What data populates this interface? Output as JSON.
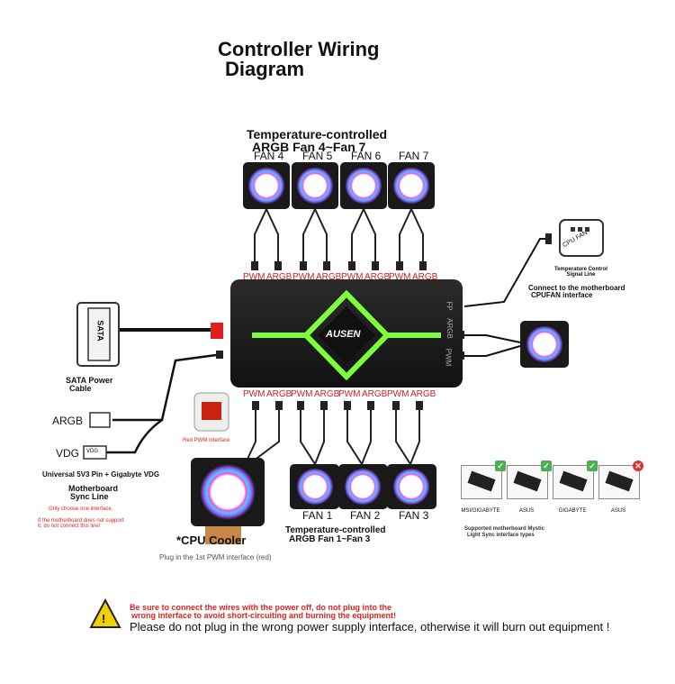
{
  "title_line1": "Controller Wiring",
  "title_line2": "Diagram",
  "top_group_line1": "Temperature-controlled",
  "top_group_line2": "ARGB Fan 4~Fan 7",
  "top_fans": [
    "FAN 4",
    "FAN 5",
    "FAN 6",
    "FAN 7"
  ],
  "bottom_fans": [
    "FAN 1",
    "FAN 2",
    "FAN 3"
  ],
  "bottom_group_line1": "Temperature-controlled",
  "bottom_group_line2": "ARGB Fan 1~Fan 3",
  "port_pwm": "PWM",
  "port_argb": "ARGB",
  "hub_logo": "AUSEN",
  "hub_fp": "FP",
  "hub_pwm": "PWM",
  "hub_argb": "ARGB",
  "sata_label": "SATA Power",
  "sata_label2": "Cable",
  "sata_connector": "SATA",
  "argb_label": "ARGB",
  "vdg_label": "VDG",
  "vdg_connector": "VDG",
  "universal_note": "Universal 5V3 Pin + Gigabyte VDG",
  "mb_sync_line1": "Motherboard",
  "mb_sync_line2": "Sync Line",
  "choose_note": "Only choose one interface,",
  "no_support_note1": "If the motherboard does not support",
  "no_support_note2": "it, do not connect this line!",
  "red_pwm_note": "Red PWM Interface",
  "cpu_cooler_label": "*CPU Cooler",
  "cpu_cooler_note": "Plug in the 1st PWM interface (red)",
  "cpufan_chip": "CPU FAN",
  "temp_signal_line1": "Temperature Control",
  "temp_signal_line2": "Signal Line",
  "connect_mb_line1": "Connect to the motherboard",
  "connect_mb_line2": "CPUFAN interface",
  "mb_types": [
    {
      "name": "MSI/GIGABYTE",
      "ok": true
    },
    {
      "name": "ASUS",
      "ok": true
    },
    {
      "name": "GIGABYTE",
      "ok": true
    },
    {
      "name": "ASUS",
      "ok": false
    }
  ],
  "mb_types_caption1": "Supported motherboard Mystic",
  "mb_types_caption2": "Light Sync interface types",
  "warning_line1": "Be sure to connect the wires with the power off, do not plug into the",
  "warning_line2": "wrong interface to avoid short-circuiting and burning the equipment!",
  "warning_line3": "Please do not plug in the wrong power supply interface, otherwise it will burn out equipment !",
  "colors": {
    "accent_green": "#7cff3a",
    "warning_red": "#dd2222",
    "ok_green": "#4caf50",
    "bad_red": "#e03030"
  }
}
